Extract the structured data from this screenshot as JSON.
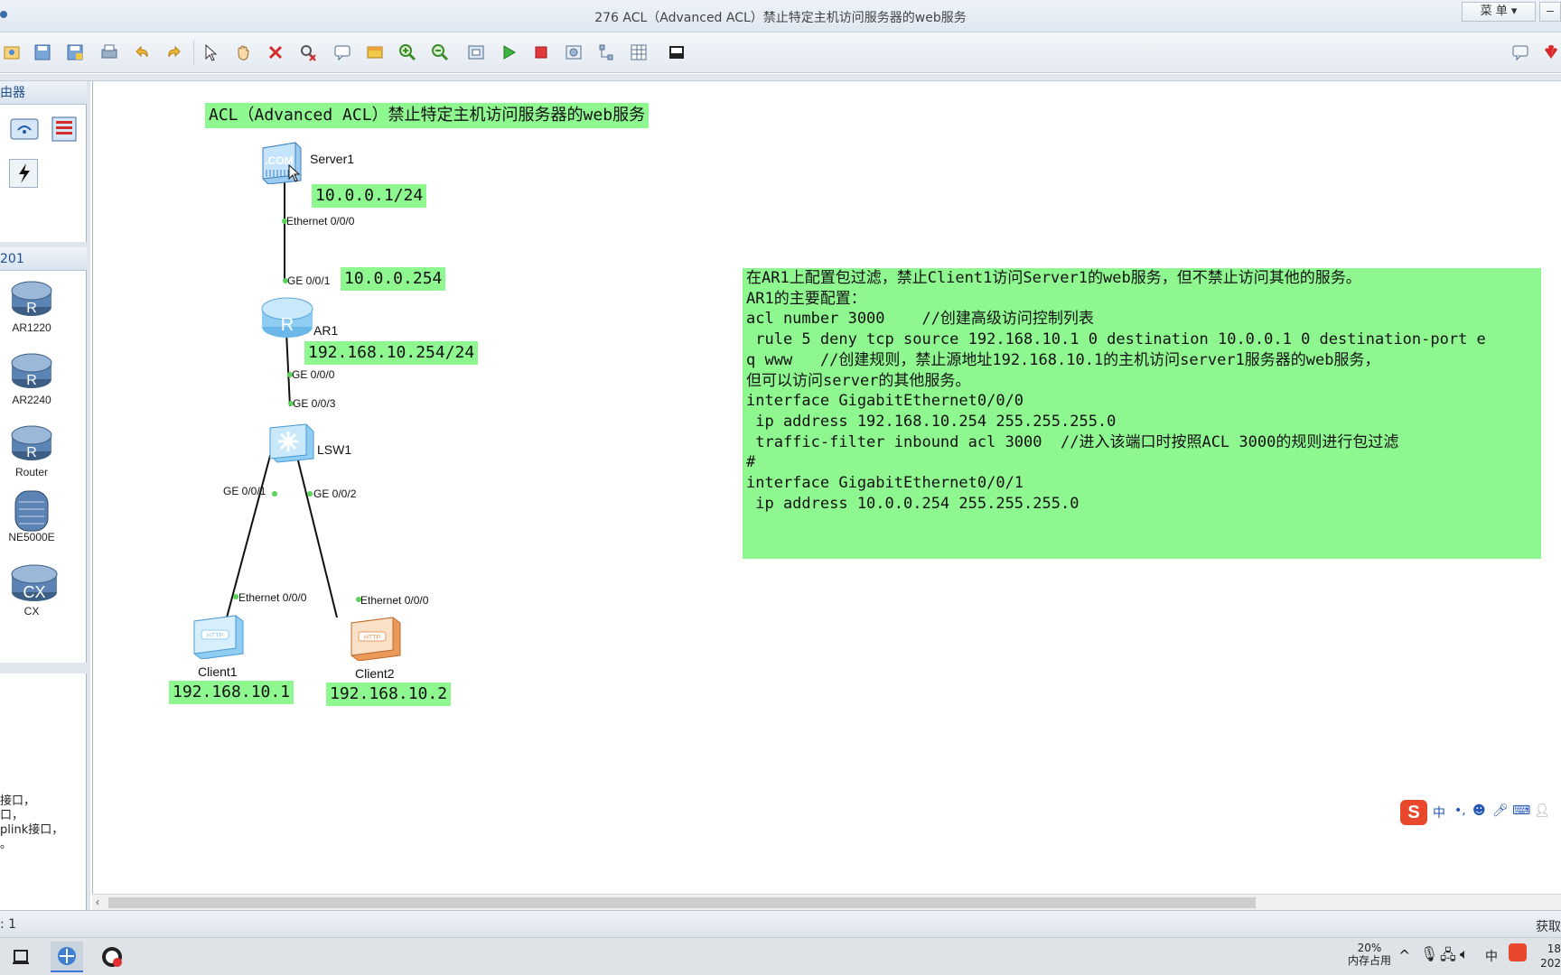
{
  "window": {
    "title": "276  ACL（Advanced ACL）禁止特定主机访问服务器的web服务",
    "menu_label": "菜 单",
    "minimize_label": "–"
  },
  "toolbar": {
    "icons": [
      "new-topology-icon",
      "save-icon",
      "save-as-icon",
      "print-icon",
      "undo-icon",
      "redo-icon",
      "select-icon",
      "pan-hand-icon",
      "delete-icon",
      "delete-link-icon",
      "text-note-icon",
      "palette-icon",
      "zoom-in-icon",
      "zoom-out-icon",
      "fit-icon",
      "start-device-icon",
      "stop-device-icon",
      "capture-icon",
      "topology-icon",
      "grid-icon",
      "console-icon"
    ],
    "right_icons": [
      "feedback-icon",
      "huawei-logo-icon"
    ]
  },
  "left_panel": {
    "header_top": "由器",
    "header_mid": "201",
    "devices": [
      {
        "name": "AR1220"
      },
      {
        "name": "AR2240"
      },
      {
        "name": "Router"
      },
      {
        "name": "NE5000E"
      },
      {
        "name": "CX"
      }
    ],
    "description_lines": [
      "接口，",
      "口，",
      "plink接口，",
      "。"
    ]
  },
  "canvas": {
    "heading": "ACL（Advanced ACL）禁止特定主机访问服务器的web服务",
    "devices": {
      "server1": {
        "name": "Server1",
        "ip": "10.0.0.1/24",
        "port": "Ethernet 0/0/0"
      },
      "ar1": {
        "name": "AR1",
        "ip_top": "10.0.0.254",
        "ip_bottom": "192.168.10.254/24",
        "port_top": "GE 0/0/1",
        "port_bottom": "GE 0/0/0"
      },
      "lsw1": {
        "name": "LSW1",
        "port_top": "GE 0/0/3",
        "port_left": "GE 0/0/1",
        "port_right": "GE 0/0/2"
      },
      "client1": {
        "name": "Client1",
        "ip": "192.168.10.1",
        "port": "Ethernet 0/0/0"
      },
      "client2": {
        "name": "Client2",
        "ip": "192.168.10.2",
        "port": "Ethernet 0/0/0"
      }
    },
    "notes": [
      "在AR1上配置包过滤，禁止Client1访问Server1的web服务，但不禁止访问其他的服务。",
      "",
      "AR1的主要配置：",
      "acl number 3000    //创建高级访问控制列表",
      " rule 5 deny tcp source 192.168.10.1 0 destination 10.0.0.1 0 destination-port e",
      "q www   //创建规则，禁止源地址192.168.10.1的主机访问server1服务器的web服务，",
      "但可以访问server的其他服务。",
      "",
      "interface GigabitEthernet0/0/0",
      " ip address 192.168.10.254 255.255.255.0",
      " traffic-filter inbound acl 3000  //进入该端口时按照ACL 3000的规则进行包过滤",
      "#",
      "interface GigabitEthernet0/0/1",
      " ip address 10.0.0.254 255.255.255.0"
    ]
  },
  "statusbar": {
    "left": ": 1",
    "right": "获取"
  },
  "ime": {
    "brand": "S",
    "mode": "中",
    "punct": "•,"
  },
  "taskbar": {
    "memory_percent": "20%",
    "memory_label": "内存占用",
    "lang": "中",
    "clock_top": "18",
    "clock_bottom": "202"
  }
}
